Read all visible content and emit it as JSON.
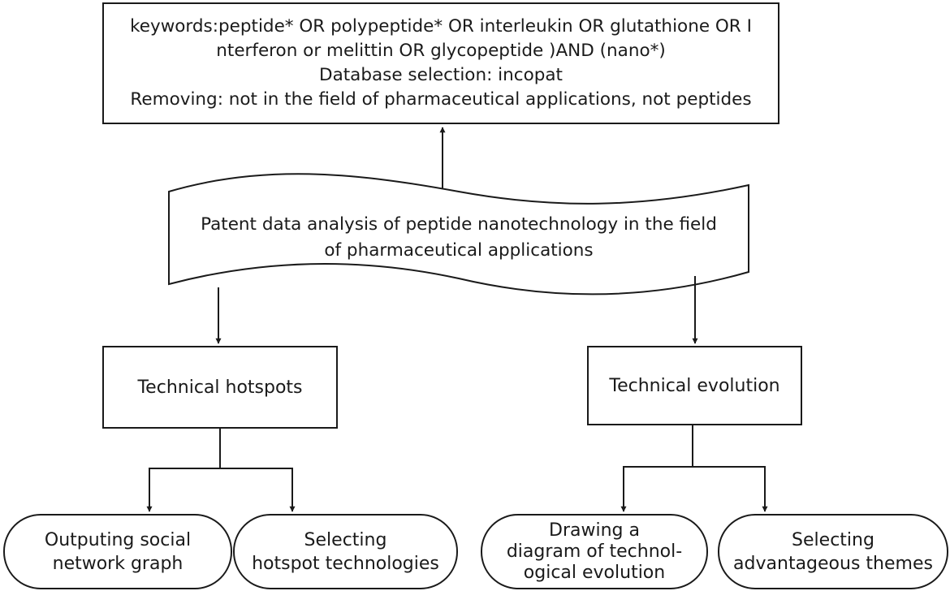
{
  "search_box": {
    "lines": [
      "keywords:peptide* OR polypeptide* OR interleukin OR glutathione OR I",
      "nterferon or melittin OR glycopeptide )AND (nano*)",
      "Database selection: incopat",
      "Removing: not in the field of pharmaceutical applications, not peptides"
    ]
  },
  "main_topic": {
    "lines": [
      "Patent data analysis of peptide nanotechnology in the field",
      "of pharmaceutical applications"
    ]
  },
  "branches": {
    "hotspots": {
      "label": "Technical hotspots",
      "children": [
        {
          "lines": [
            "Outputing social",
            "network graph"
          ]
        },
        {
          "lines": [
            "Selecting",
            "hotspot technologies"
          ]
        }
      ]
    },
    "evolution": {
      "label": "Technical evolution",
      "children": [
        {
          "lines": [
            "Drawing a",
            "diagram of technol-",
            "ogical evolution"
          ]
        },
        {
          "lines": [
            "Selecting",
            "advantageous themes"
          ]
        }
      ]
    }
  },
  "style": {
    "stroke": "#1a1a1a",
    "fill": "#ffffff"
  }
}
